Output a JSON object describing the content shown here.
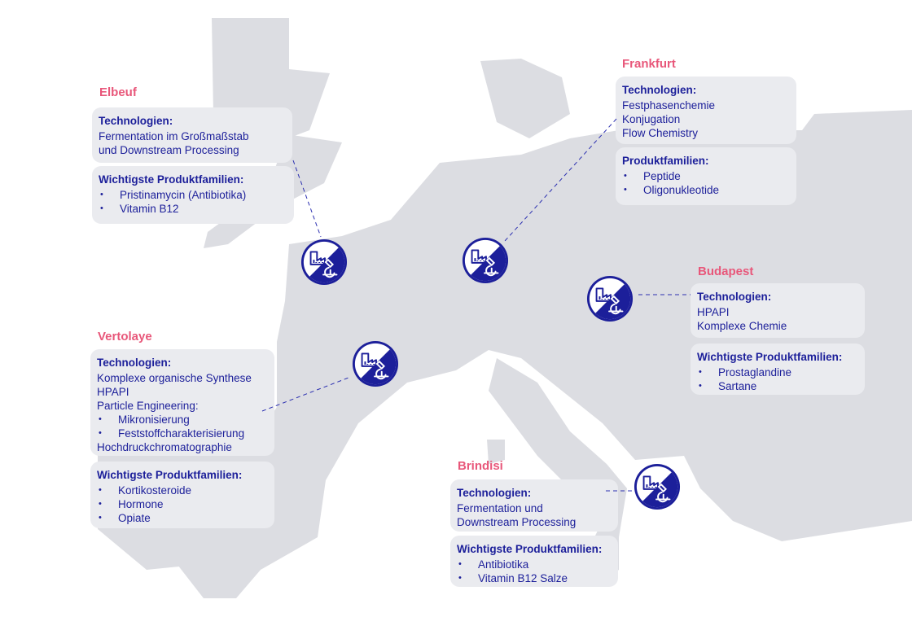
{
  "colors": {
    "accent": "#e8577a",
    "brand": "#1c1f9a",
    "map": "#dcdde2",
    "card": "#eaebef"
  },
  "sites": [
    {
      "key": "elbeuf",
      "city": "Elbeuf",
      "tech_title": "Technologien:",
      "tech_lines": [
        "Fermentation im Großmaßstab",
        "und Downstream Processing"
      ],
      "prod_title": "Wichtigste Produktfamilien:",
      "products": [
        "Pristinamycin (Antibiotika)",
        "Vitamin B12"
      ],
      "icon": "factory-microscope-icon"
    },
    {
      "key": "frankfurt",
      "city": "Frankfurt",
      "tech_title": "Technologien:",
      "tech_lines": [
        "Festphasenchemie",
        "Konjugation",
        "Flow Chemistry"
      ],
      "prod_title": "Produktfamilien:",
      "products": [
        "Peptide",
        "Oligonukleotide"
      ],
      "icon": "factory-microscope-icon"
    },
    {
      "key": "budapest",
      "city": "Budapest",
      "tech_title": "Technologien:",
      "tech_lines": [
        "HPAPI",
        "Komplexe Chemie"
      ],
      "prod_title": "Wichtigste Produktfamilien:",
      "products": [
        "Prostaglandine",
        "Sartane"
      ],
      "icon": "factory-microscope-icon"
    },
    {
      "key": "vertolaye",
      "city": "Vertolaye",
      "tech_title": "Technologien:",
      "tech_lines": [
        "Komplexe organische Synthese",
        "HPAPI",
        "Particle Engineering:"
      ],
      "tech_bullets": [
        "Mikronisierung",
        "Feststoffcharakterisierung"
      ],
      "tech_after": "Hochdruckchromatographie",
      "prod_title": "Wichtigste Produktfamilien:",
      "products": [
        "Kortikosteroide",
        "Hormone",
        "Opiate"
      ],
      "icon": "factory-microscope-icon"
    },
    {
      "key": "brindisi",
      "city": "Brindisi",
      "tech_title": "Technologien:",
      "tech_lines": [
        "Fermentation und",
        "Downstream Processing"
      ],
      "prod_title": "Wichtigste Produktfamilien:",
      "products": [
        "Antibiotika",
        "Vitamin B12 Salze"
      ],
      "icon": "factory-microscope-icon"
    }
  ]
}
